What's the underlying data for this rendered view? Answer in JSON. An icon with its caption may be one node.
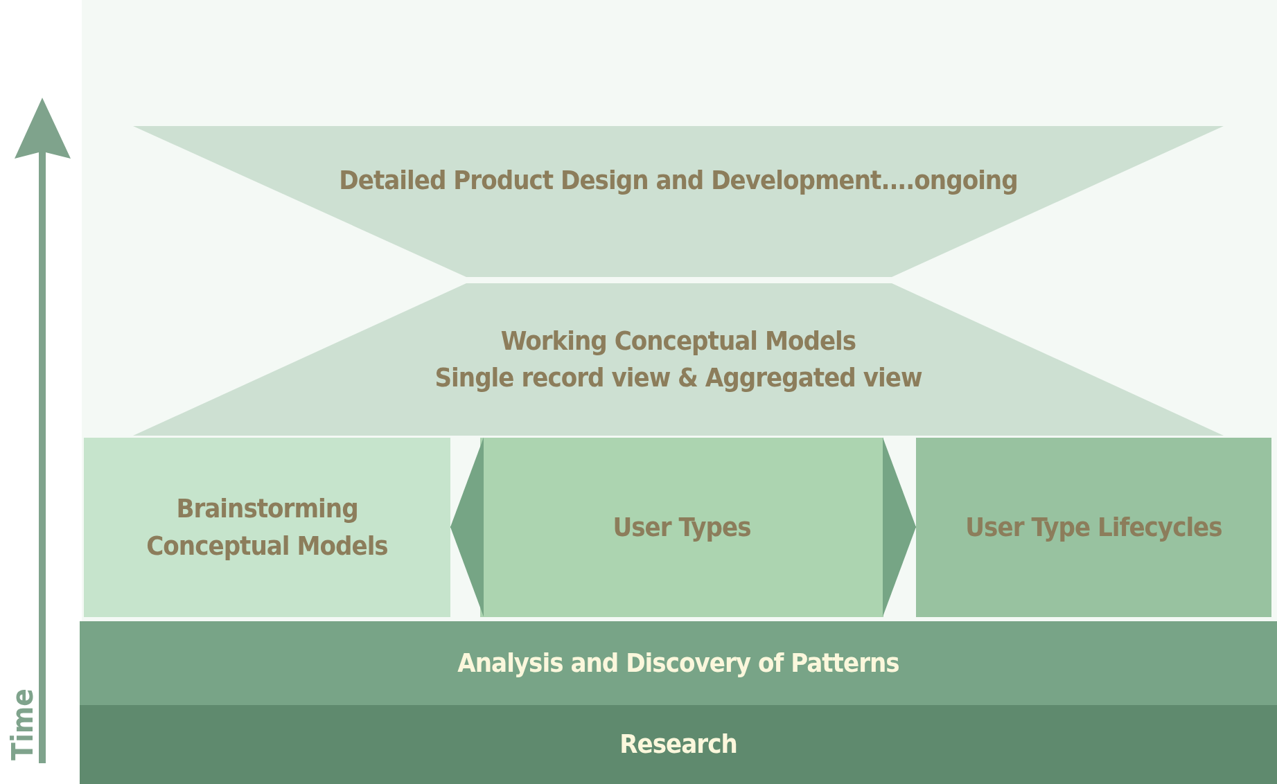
{
  "diagram": {
    "nodes": [
      {
        "text": [
          "Detailed Product Design and Development....ongoing"
        ]
      },
      {
        "text": [
          "Working Conceptual Models",
          "Single record view & Aggregated view"
        ]
      },
      {
        "text": [
          "Brainstorming Conceptual Models"
        ]
      },
      {
        "text": [
          "User Types"
        ]
      },
      {
        "text": [
          "User Type Lifecycles"
        ]
      },
      {
        "text": [
          "Analysis and Discovery of Patterns"
        ]
      },
      {
        "text": [
          "Research"
        ]
      }
    ],
    "edges": [
      {
        "from": 3,
        "to": 2,
        "arrow": "to"
      },
      {
        "from": 3,
        "to": 4,
        "arrow": "to"
      }
    ],
    "labels": [
      "Time"
    ]
  }
}
